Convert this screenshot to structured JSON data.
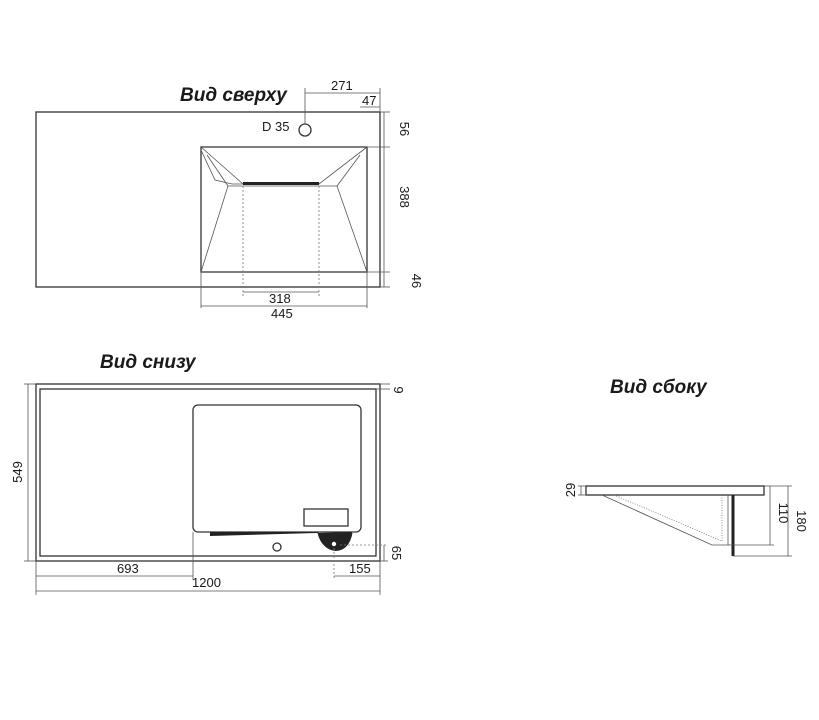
{
  "top_view": {
    "title": "Вид сверху",
    "dims": {
      "d271": "271",
      "d47": "47",
      "hole": "D 35",
      "d56": "56",
      "d388": "388",
      "d46": "46",
      "d318": "318",
      "d445": "445"
    }
  },
  "bottom_view": {
    "title": "Вид снизу",
    "dims": {
      "d9": "9",
      "d549": "549",
      "d65": "65",
      "d693": "693",
      "d155": "155",
      "d1200": "1200"
    }
  },
  "side_view": {
    "title": "Вид сбоку",
    "dims": {
      "d29": "29",
      "d110": "110",
      "d180": "180"
    }
  }
}
